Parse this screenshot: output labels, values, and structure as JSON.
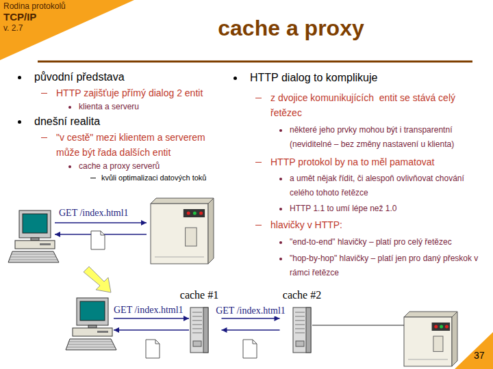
{
  "diagram": {
    "title": "cache a proxy",
    "nodes": [
      {
        "text": [
          "cache #1"
        ]
      },
      {
        "text": [
          "cache #2"
        ]
      }
    ],
    "edges": [
      {
        "from": 0,
        "to": 1,
        "label": "GET /index.html1",
        "arrow": "to"
      },
      {
        "from": 1,
        "to": 0,
        "arrow": "to"
      }
    ],
    "labels": [
      "Rodina protokolů",
      "TCP/IP",
      "v. 2.7",
      "původní představa",
      "HTTP zajišťuje přímý dialog 2 entit",
      "klienta a serveru",
      "dnešní realita",
      "\"v cestě\" mezi klientem a serverem může být řada dalších entit",
      "cache a proxy serverů",
      "kvůli optimalizaci datových toků",
      "HTTP dialog to komplikuje",
      "z dvojice komunikujících  entit se stává celý řetězec",
      "některé jeho prvky mohou být i transparentní (neviditelné – bez změny nastavení u klienta)",
      "HTTP protokol by na to měl pamatovat",
      "a umět nějak řídit, či alespoň ovlivňovat chování celého tohoto řetězce",
      "HTTP 1.1 to umí lépe než 1.0",
      "hlavičky v HTTP:",
      "\"end-to-end\" hlavičky – platí pro celý řetězec",
      "\"hop-by-hop\" hlavičky – platí jen pro daný přeskok v rámci řetězce",
      "GET /index.html1",
      "GET /index.html1",
      "37"
    ]
  }
}
